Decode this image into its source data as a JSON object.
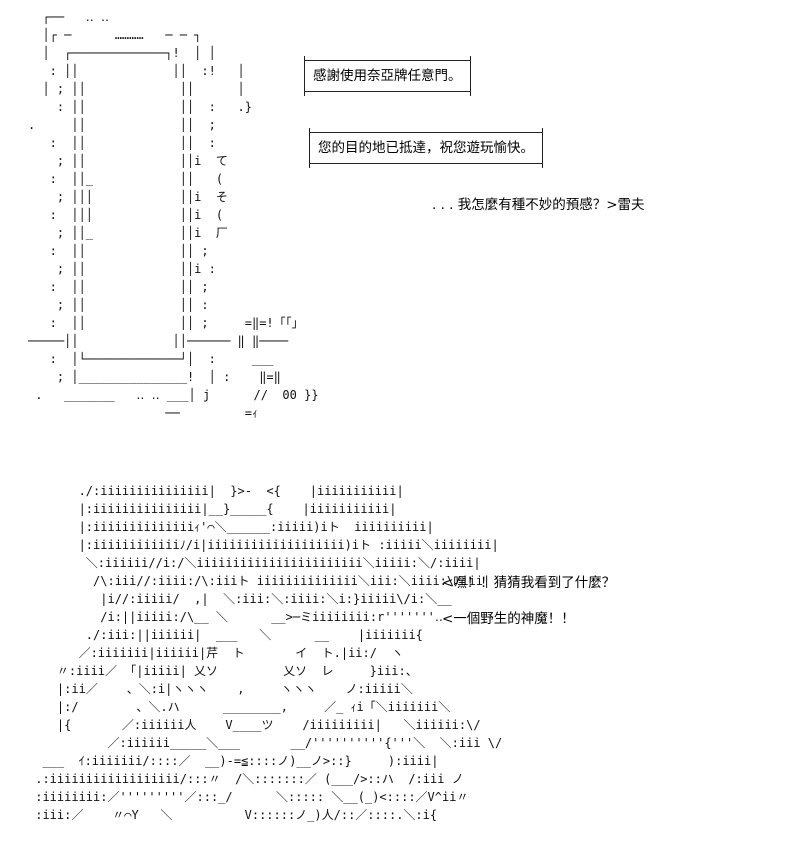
{
  "art": {
    "door": "  ┌──   ‥ ‥\n  │┌ ─      …………   ─ ─ ┐\n  │  ┌─────────────┐!  │ │\n   : ││             ││  :!   │\n  │ ; ││             ││      │\n    : ││             ││  :   .}\n.     ││             ││  ;\n   :  ││             ││  :\n    ; ││             ││i  て\n   :  ││_            ││   (\n    ; │││            ││i  そ\n   :  │││            ││i  (\n    ; ││_            ││i  厂\n   :  ││             ││ ;\n    ; ││             ││i :\n   :  ││             ││ ;\n    ; ││             ││ :\n   :  ││             ││ ;     =‖=!「「」\n─────││             ││────── ‖ ‖────\n   :  │└─────────────┘│  :     ___\n    ; │_______________!  │ :    ‖=‖\n .   _______   ‥ ‥ ___│ j      //  00 }}\n                   ──         =ｨ",
    "monster": "       ./:iiiiiiiiiiiiiii|  }>-  <{    |iiiiiiiiiii|\n       |:iiiiiiiiiiiiiii|__}_____{    |iiiiiiiiiii|\n       |:iiiiiiiiiiiiiiｨ'⌒＼______:iiiii)iト  iiiiiiiiii|\n       |:iiiiiiiiiiiiﾉ/i|iiiiiiiiiiiiiiiiiii)iト :iiiii＼iiiiiiii|\n        ＼:iiiiii//i:/＼iiiiiiiiiiiiiiiiiiiiiii＼iiiii:＼/:iiii|\n         /\\:iii//:iiii:/\\:iiiト iiiiiiiiiiiiii＼iii:＼iiii:\\/iii|\n          |i//:iiiii/  ,|  ＼:iii:＼:iiii:＼i:}iiiii\\/i:＼__\n          /i:||iiiii:/\\__ ＼      __>─ミiiiiiiii:r'''''''‥\n        ./:iii:||iiiiii|  ___   ＼      __    |iiiiiii{\n       ／:iiiiiii|iiiiii|芹  ト       イ  ト.|ii:/  ヽ\n    〃:iiii／ 「|iiiii| 乂ソ         乂ソ  レ     }iii:、\n    |:ii／    、＼:i|ヽヽヽ    ,     ヽヽヽ    ノ:iiiii＼\n    |:/        、＼.ハ      ________,     ／_ ｨi「＼iiiiiii＼\n    |{       ／:iiiiii人    V____ツ    /iiiiiiiii|   ＼iiiiii:\\/\n           ／:iiiiii_____＼___       __/''''''''''{'''＼  ＼:iii \\/\n  ___  ｲ:iiiiiii/::::／  __)-=≦::::ノ)__ノ>::}     ):iiii|\n .:iiiiiiiiiiiiiiiiii/:::〃  /＼:::::::／ (___/>::ハ  /:iii ノ\n :iiiiiiii:／'''''''''／:::_/      ＼::::: ＼__(_)<::::／V^ii〃\n :iii:／    〃⌒Υ   ＼          V::::::ノ_)人/::／::::.＼:i{"
  },
  "bubbles": [
    {
      "text": "感謝使用奈亞牌任意門。"
    },
    {
      "text": "您的目的地已抵達，祝您遊玩愉快。"
    }
  ],
  "lines": {
    "thought": ". . . 我怎麼有種不妙的預感？>雷夫",
    "guess": "<嘿！！猜猜我看到了什麼？",
    "wild": "<一個野生的神魔！！"
  }
}
